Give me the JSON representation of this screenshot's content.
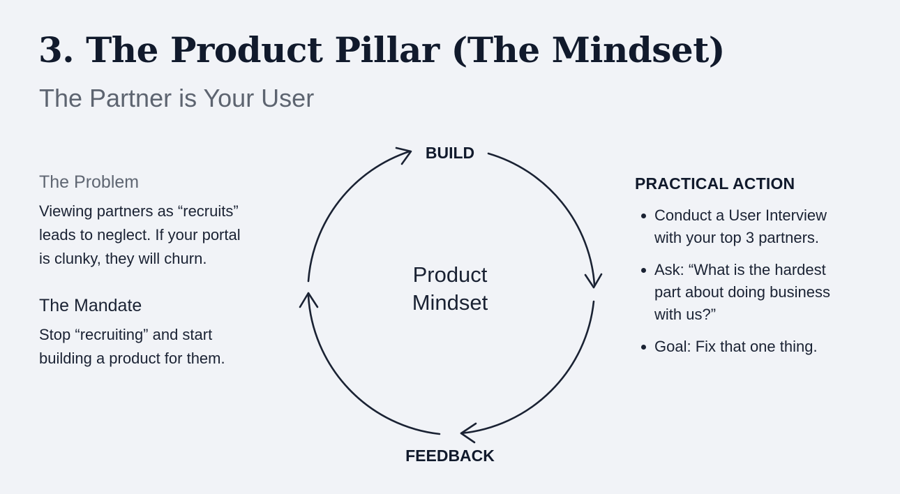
{
  "header": {
    "title": "3. The Product Pillar (The Mindset)",
    "subtitle": "The Partner is Your User"
  },
  "left": {
    "problem_heading": "The Problem",
    "problem_lines": [
      "Viewing partners as “recruits”",
      "leads to neglect. If your portal",
      "is clunky, they will churn."
    ],
    "mandate_heading": "The Mandate",
    "mandate_lines": [
      "Stop “recruiting” and start",
      "building a product for them."
    ]
  },
  "cycle": {
    "top_label": "BUILD",
    "bottom_label": "FEEDBACK",
    "center_line1": "Product",
    "center_line2": "Mindset"
  },
  "right": {
    "heading": "PRACTICAL ACTION",
    "items": [
      {
        "line1": "Conduct a User Interview",
        "line2": "with your top 3 partners.",
        "line3": ""
      },
      {
        "line1": "Ask: “What is the hardest",
        "line2": "part about doing business",
        "line3": "with us?”"
      },
      {
        "line1": "Goal: Fix that one thing.",
        "line2": "",
        "line3": ""
      }
    ]
  },
  "colors": {
    "background": "#f1f3f7",
    "ink": "#1a2233",
    "muted": "#5d6470"
  }
}
